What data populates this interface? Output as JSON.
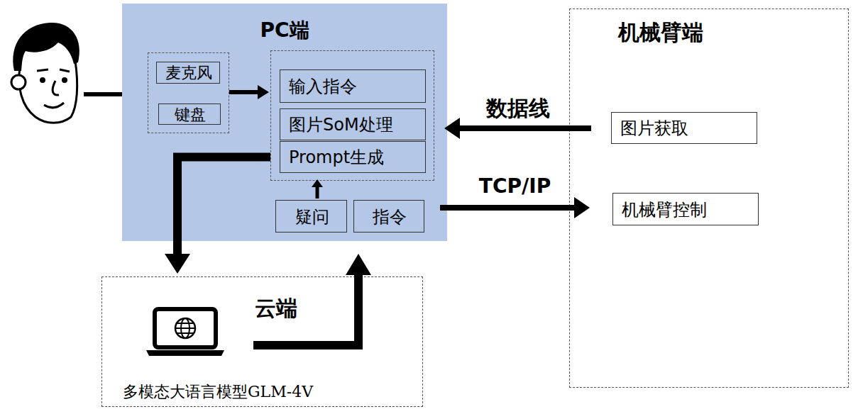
{
  "diagram": {
    "nodes": [
      {
        "text": [
          "PC端"
        ]
      },
      {
        "text": [],
        "in": 0
      },
      {
        "text": [
          "麦克风"
        ],
        "in": 1
      },
      {
        "text": [
          "键盘"
        ],
        "in": 1
      },
      {
        "text": [],
        "in": 0
      },
      {
        "text": [
          "输入指令"
        ],
        "in": 4
      },
      {
        "text": [
          "图片SoM处理"
        ],
        "in": 4
      },
      {
        "text": [
          "Prompt生成"
        ],
        "in": 4
      },
      {
        "text": [
          "疑问"
        ],
        "in": 0
      },
      {
        "text": [
          "指令"
        ],
        "in": 0
      },
      {
        "text": [
          "云端",
          "多模态大语言模型GLM-4V"
        ]
      },
      {
        "text": [
          "机械臂端"
        ]
      },
      {
        "text": [
          "图片获取"
        ],
        "in": 11
      },
      {
        "text": [
          "机械臂控制"
        ],
        "in": 11
      }
    ],
    "edges": [
      {
        "from": 1,
        "to": 4,
        "arrow": "to"
      },
      {
        "from": 12,
        "to": 6,
        "label": "数据线",
        "arrow": "to"
      },
      {
        "from": 9,
        "to": 13,
        "label": "TCP/IP",
        "arrow": "to"
      },
      {
        "from": 7,
        "to": 10,
        "arrow": "to"
      },
      {
        "from": 10,
        "to": 0,
        "arrow": "to"
      },
      {
        "from": 8,
        "to": 7,
        "arrow": "to"
      }
    ]
  }
}
